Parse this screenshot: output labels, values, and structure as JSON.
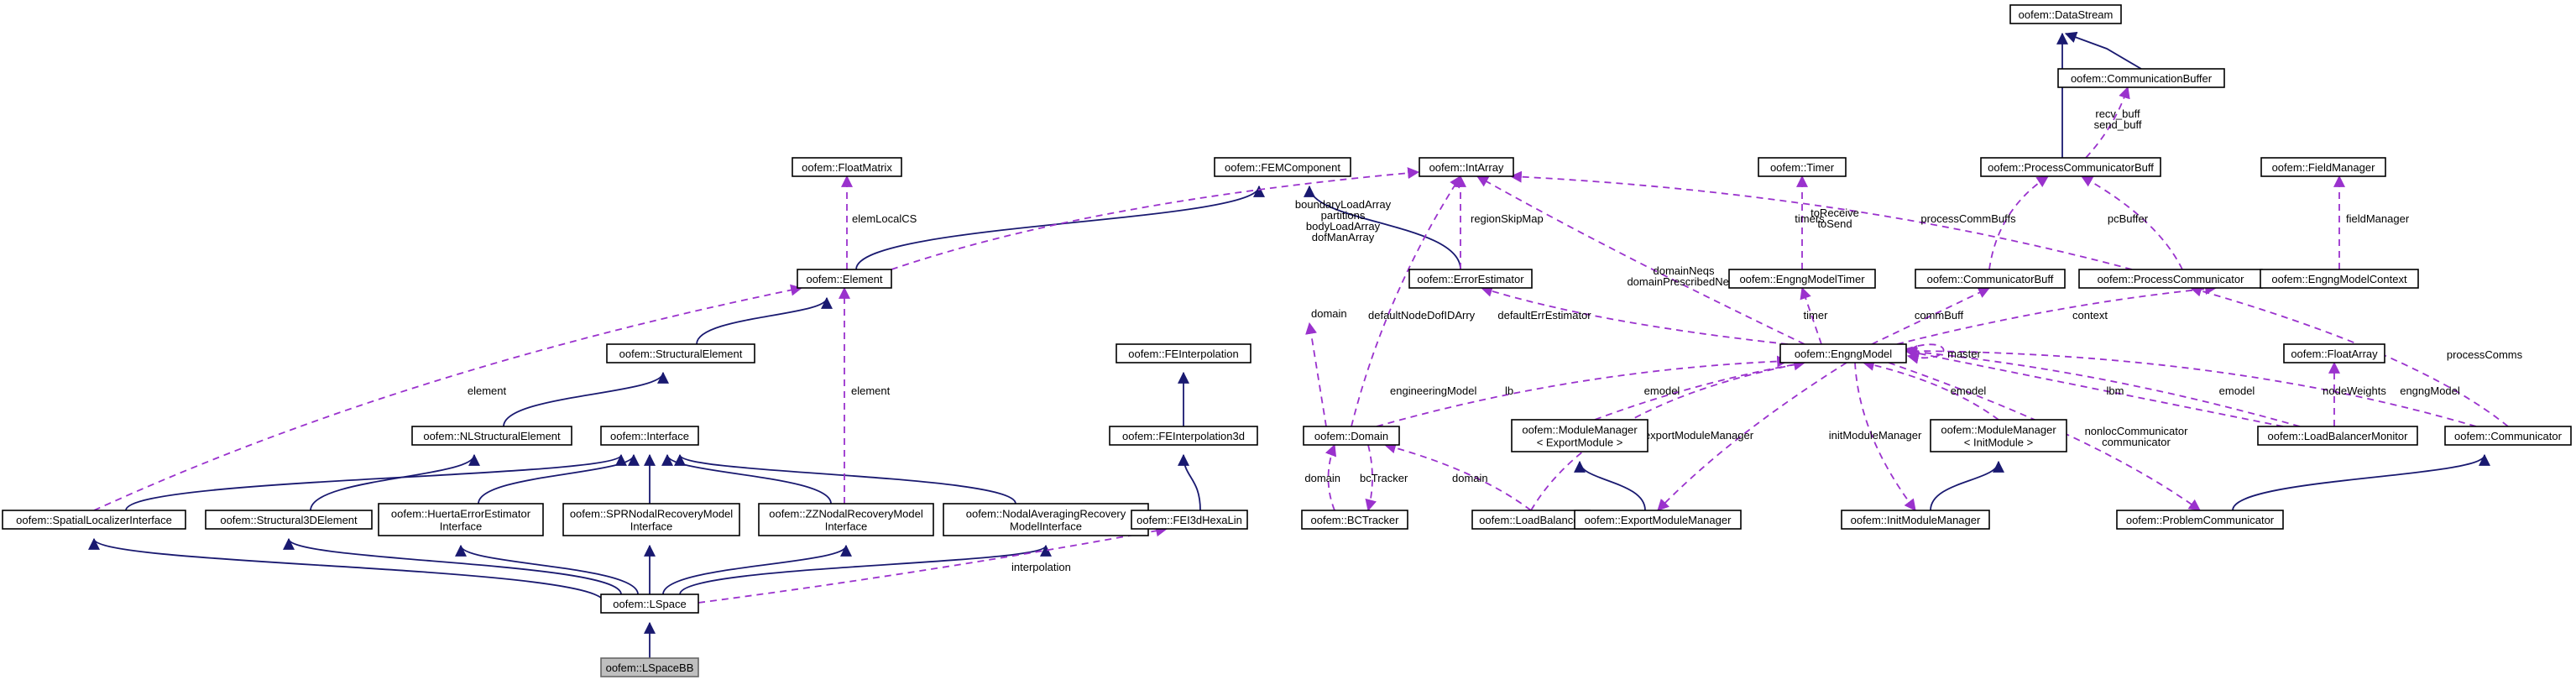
{
  "diagram": {
    "colors": {
      "inheritance": "#191970",
      "usage": "#9a32cd",
      "focus_fill": "#bfbfbf"
    },
    "nodes": {
      "DataStream": [
        "oofem::DataStream"
      ],
      "CommunicationBuffer": [
        "oofem::CommunicationBuffer"
      ],
      "ProcessCommunicatorBuff": [
        "oofem::ProcessCommunicatorBuff"
      ],
      "FieldManager": [
        "oofem::FieldManager"
      ],
      "Timer": [
        "oofem::Timer"
      ],
      "FloatMatrix": [
        "oofem::FloatMatrix"
      ],
      "FEMComponent": [
        "oofem::FEMComponent"
      ],
      "IntArray": [
        "oofem::IntArray"
      ],
      "Element": [
        "oofem::Element"
      ],
      "ErrorEstimator": [
        "oofem::ErrorEstimator"
      ],
      "EngngModelTimer": [
        "oofem::EngngModelTimer"
      ],
      "CommunicatorBuff": [
        "oofem::CommunicatorBuff"
      ],
      "ProcessCommunicator": [
        "oofem::ProcessCommunicator"
      ],
      "EngngModelContext": [
        "oofem::EngngModelContext"
      ],
      "StructuralElement": [
        "oofem::StructuralElement"
      ],
      "FEInterpolation": [
        "oofem::FEInterpolation"
      ],
      "EngngModel": [
        "oofem::EngngModel"
      ],
      "FloatArray": [
        "oofem::FloatArray"
      ],
      "NLStructuralElement": [
        "oofem::NLStructuralElement"
      ],
      "Interface": [
        "oofem::Interface"
      ],
      "FEInterpolation3d": [
        "oofem::FEInterpolation3d"
      ],
      "Domain": [
        "oofem::Domain"
      ],
      "ModuleManagerExport": [
        "oofem::ModuleManager",
        "< ExportModule >"
      ],
      "ModuleManagerInit": [
        "oofem::ModuleManager",
        "< InitModule >"
      ],
      "LoadBalancerMonitor": [
        "oofem::LoadBalancerMonitor"
      ],
      "Communicator": [
        "oofem::Communicator"
      ],
      "SpatialLocalizerInterface": [
        "oofem::SpatialLocalizerInterface"
      ],
      "Structural3DElement": [
        "oofem::Structural3DElement"
      ],
      "HuertaErrorEstimatorInterface": [
        "oofem::HuertaErrorEstimator",
        "Interface"
      ],
      "SPRNodalRecoveryModelInterface": [
        "oofem::SPRNodalRecoveryModel",
        "Interface"
      ],
      "ZZNodalRecoveryModelInterface": [
        "oofem::ZZNodalRecoveryModel",
        "Interface"
      ],
      "NodalAveragingRecoveryModelInterface": [
        "oofem::NodalAveragingRecovery",
        "ModelInterface"
      ],
      "FEI3dHexaLin": [
        "oofem::FEI3dHexaLin"
      ],
      "BCTracker": [
        "oofem::BCTracker"
      ],
      "LoadBalancer": [
        "oofem::LoadBalancer"
      ],
      "ExportModuleManager": [
        "oofem::ExportModuleManager"
      ],
      "InitModuleManager": [
        "oofem::InitModuleManager"
      ],
      "ProblemCommunicator": [
        "oofem::ProblemCommunicator"
      ],
      "LSpace": [
        "oofem::LSpace"
      ],
      "LSpaceBB": [
        "oofem::LSpaceBB"
      ]
    },
    "edge_labels": {
      "recv_send_buff": [
        "recv_buff",
        "send_buff"
      ],
      "toReceive_toSend": [
        "toReceive",
        "toSend"
      ],
      "processCommBuffs": [
        "processCommBuffs"
      ],
      "pcBuffer": [
        "pcBuffer"
      ],
      "fieldManager": [
        "fieldManager"
      ],
      "timers": [
        "timers"
      ],
      "elemLocalCS": [
        "elemLocalCS"
      ],
      "regionSkipMap": [
        "regionSkipMap"
      ],
      "element_top": [
        "boundaryLoadArray",
        "partitions",
        "bodyLoadArray",
        "dofManArray"
      ],
      "domainNeqs": [
        "domainNeqs",
        "domainPrescribedNeqs"
      ],
      "timer": [
        "timer"
      ],
      "commBuff": [
        "commBuff"
      ],
      "context": [
        "context"
      ],
      "defaultErrEstimator": [
        "defaultErrEstimator"
      ],
      "processComms": [
        "processComms"
      ],
      "master": [
        "master"
      ],
      "element_left": [
        "element"
      ],
      "element_mid": [
        "element"
      ],
      "domain": [
        "domain"
      ],
      "defaultNodeDofIDArry": [
        "defaultNodeDofIDArry"
      ],
      "engineeringModel": [
        "engineeringModel"
      ],
      "emodel_a": [
        "emodel"
      ],
      "emodel_b": [
        "emodel"
      ],
      "emodel_c": [
        "emodel"
      ],
      "lb": [
        "lb"
      ],
      "lbm": [
        "lbm"
      ],
      "nodeWeights": [
        "nodeWeights"
      ],
      "engngModel": [
        "engngModel"
      ],
      "exportModuleManager": [
        "exportModuleManager"
      ],
      "initModuleManager": [
        "initModuleManager"
      ],
      "nonlocCommunicator": [
        "nonlocCommunicator",
        "communicator"
      ],
      "domain_b": [
        "domain"
      ],
      "bcTracker": [
        "bcTracker"
      ],
      "domain_c": [
        "domain"
      ],
      "interpolation": [
        "interpolation"
      ]
    }
  }
}
